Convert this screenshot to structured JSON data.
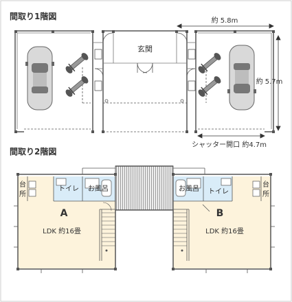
{
  "floor1": {
    "heading": "間取り1階図",
    "entrance_label": "玄関",
    "width_label": "約 5.8m",
    "depth_label": "約 5.7m",
    "shutter_label": "シャッター開口 約4.7m"
  },
  "floor2": {
    "heading": "間取り2階図",
    "unit_a": {
      "letter": "A",
      "kitchen_label_1": "台",
      "kitchen_label_2": "所",
      "toilet_label": "トイレ",
      "bath_label": "お風呂",
      "ldk_label": "LDK 約16畳"
    },
    "unit_b": {
      "letter": "B",
      "kitchen_label_1": "台",
      "kitchen_label_2": "所",
      "toilet_label": "トイレ",
      "bath_label": "お風呂",
      "ldk_label": "LDK 約16畳"
    }
  },
  "colors": {
    "heading": "#333333",
    "room_yellow": "#fdf3dc",
    "room_blue": "#d9ecf8",
    "wall": "#555555",
    "balcony_fill": "#e6e6e6",
    "frame_border": "#cccccc"
  },
  "icons": [
    "car-icon",
    "motorcycle-icon",
    "door-icon",
    "stair-icon"
  ]
}
